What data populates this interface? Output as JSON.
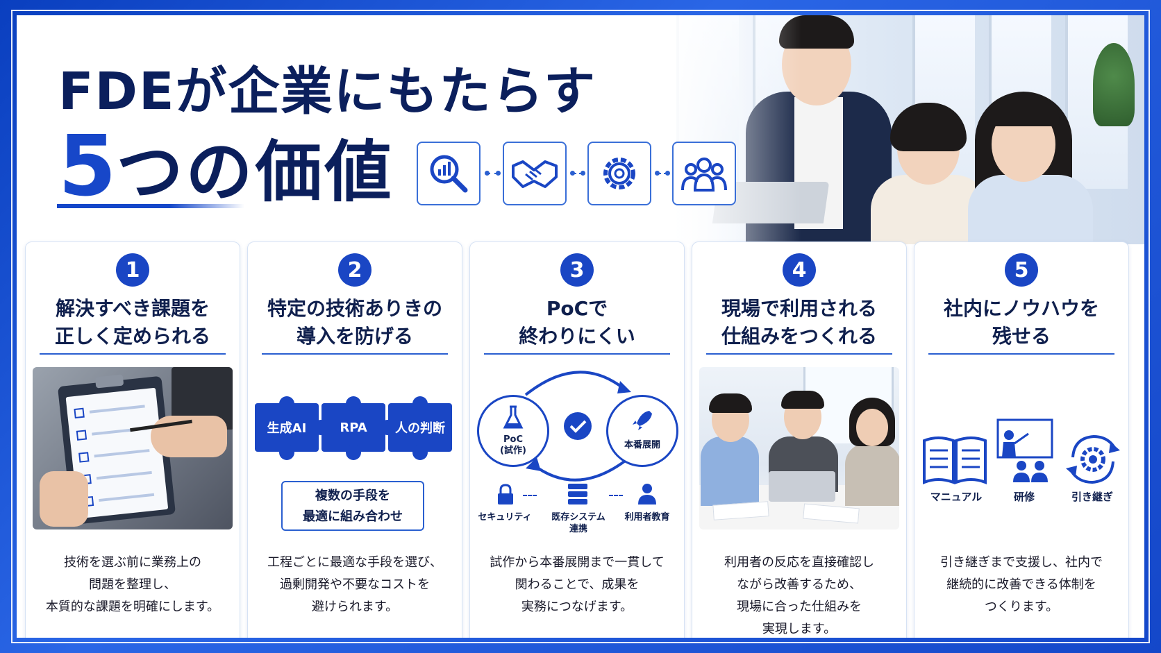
{
  "title": {
    "line1": "FDEが企業にもたらす",
    "num": "5",
    "line2_rest": "つの価値"
  },
  "top_icons": [
    "magnifier-chart-icon",
    "handshake-icon",
    "gear-icon",
    "team-icon"
  ],
  "colors": {
    "primary": "#1a46c4",
    "navy": "#0b1f5c",
    "frame": "#1447c9"
  },
  "cards": [
    {
      "number": "1",
      "title": "解決すべき課題を\n正しく定められる",
      "desc": "技術を選ぶ前に業務上の\n問題を整理し、\n本質的な課題を明確にします。"
    },
    {
      "number": "2",
      "title": "特定の技術ありきの\n導入を防げる",
      "pieces": [
        "生成AI",
        "RPA",
        "人の判断"
      ],
      "combine": "複数の手段を\n最適に組み合わせ",
      "desc": "工程ごとに最適な手段を選び、\n過剰開発や不要なコストを\n避けられます。"
    },
    {
      "number": "3",
      "title": "PoCで\n終わりにくい",
      "poc_label": "PoC\n(試作)",
      "prod_label": "本番展開",
      "support": [
        "セキュリティ",
        "既存システム\n連携",
        "利用者教育"
      ],
      "desc": "試作から本番展開まで一貫して\n関わることで、成果を\n実務につなげます。"
    },
    {
      "number": "4",
      "title": "現場で利用される\n仕組みをつくれる",
      "desc": "利用者の反応を直接確認し\nながら改善するため、\n現場に合った仕組みを\n実現します。"
    },
    {
      "number": "5",
      "title": "社内にノウハウを\n残せる",
      "items": [
        "マニュアル",
        "研修",
        "引き継ぎ"
      ],
      "desc": "引き継ぎまで支援し、社内で\n継続的に改善できる体制を\nつくります。"
    }
  ]
}
